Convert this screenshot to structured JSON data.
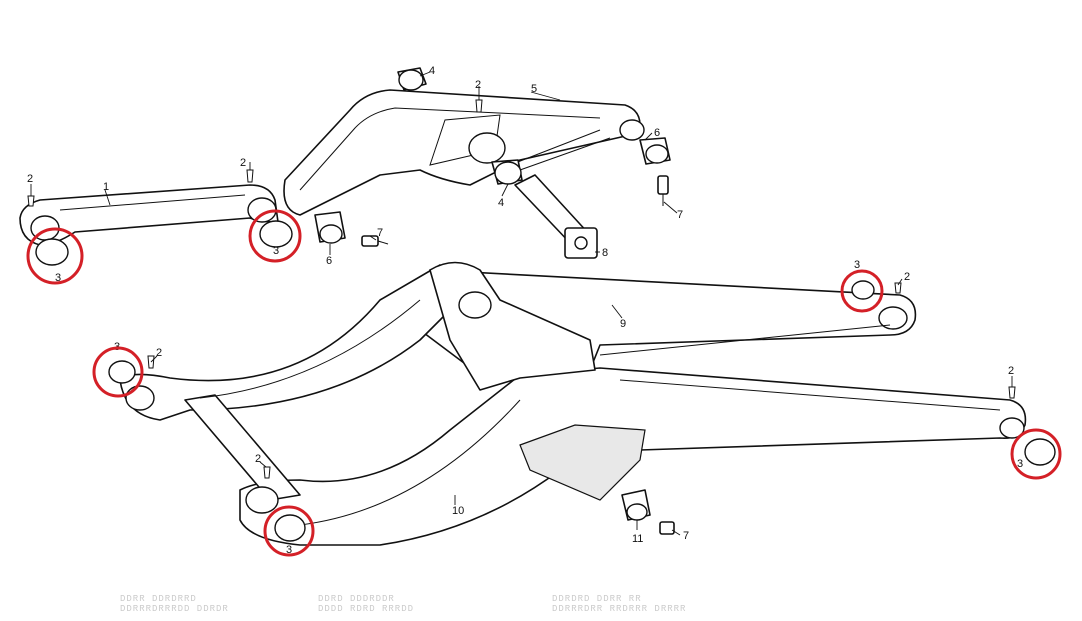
{
  "diagram": {
    "highlight_color": "#d42027",
    "parts": [
      {
        "id": "1",
        "label": "1"
      },
      {
        "id": "2",
        "label": "2"
      },
      {
        "id": "3",
        "label": "3"
      },
      {
        "id": "4",
        "label": "4"
      },
      {
        "id": "5",
        "label": "5"
      },
      {
        "id": "6",
        "label": "6"
      },
      {
        "id": "7",
        "label": "7"
      },
      {
        "id": "8",
        "label": "8"
      },
      {
        "id": "9",
        "label": "9"
      },
      {
        "id": "10",
        "label": "10"
      },
      {
        "id": "11",
        "label": "11"
      }
    ],
    "highlighted_part": "3",
    "highlight_count": 6
  },
  "footer": {
    "blocks": [
      {
        "line1": "DDRR   DDRDRRD",
        "line2": "DDRRRDRRRDD  DDRDR"
      },
      {
        "line1": "DDRD   DDDRDDR",
        "line2": "DDDD RDRD RRRDD"
      },
      {
        "line1": "DDRDRD  DDRR RR",
        "line2": "DDRRRDRR RRDRRR DRRRR"
      }
    ]
  }
}
